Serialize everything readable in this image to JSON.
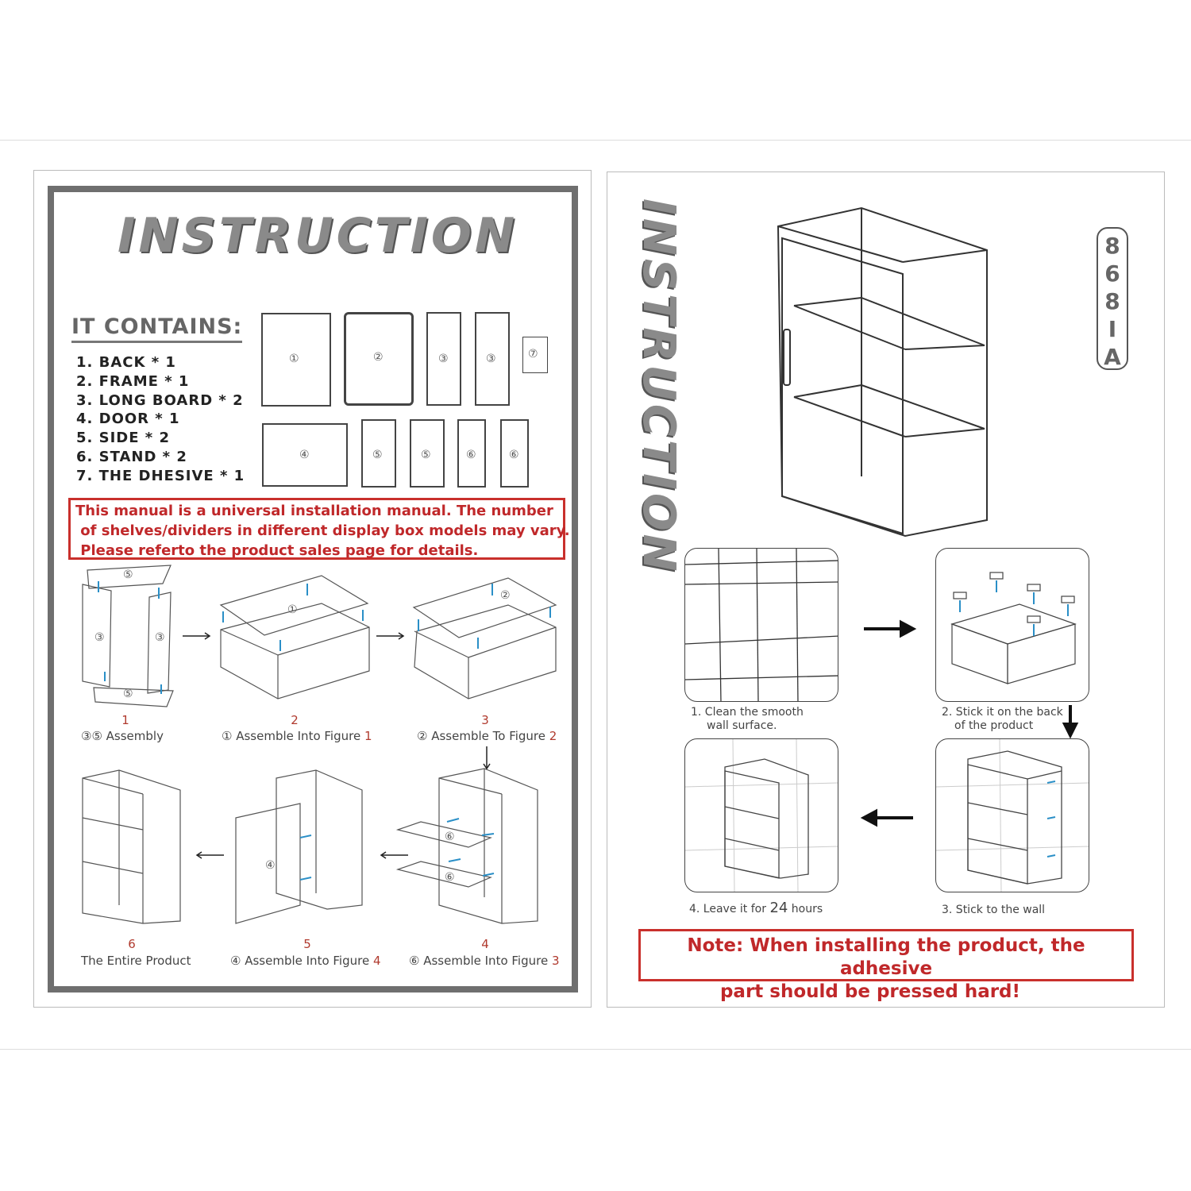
{
  "left": {
    "title": "INSTRUCTION",
    "contains_heading": "IT CONTAINS:",
    "parts": [
      "1.  BACK       * 1",
      "2.  FRAME  *  1",
      "3.  LONG BOARD  * 2",
      "4.  DOOR       *  1",
      "5.  SIDE        * 2",
      "6.  STAND     * 2",
      "7.  THE DHESIVE  * 1"
    ],
    "part_markers": [
      "①",
      "②",
      "③",
      "③",
      "⑦",
      "④",
      "⑤",
      "⑤",
      "⑥",
      "⑥"
    ],
    "note_lines": [
      "This manual is a universal installation manual. The number",
      " of shelves/dividers in different display box models may vary.",
      " Please referto the product sales page for details."
    ],
    "steps": [
      {
        "num": "1",
        "cap": "③⑤ Assembly",
        "hl": ""
      },
      {
        "num": "2",
        "cap": "① Assemble Into Figure ",
        "hl": "1"
      },
      {
        "num": "3",
        "cap": "② Assemble To Figure ",
        "hl": "2"
      },
      {
        "num": "6",
        "cap": "The Entire Product",
        "hl": ""
      },
      {
        "num": "5",
        "cap": "④ Assemble Into Figure ",
        "hl": "4"
      },
      {
        "num": "4",
        "cap": "⑥ Assemble Into Figure ",
        "hl": "3"
      }
    ],
    "diagram_markers": [
      "⑤",
      "③",
      "③",
      "⑤",
      "①",
      "②",
      "④",
      "⑥",
      "⑥"
    ]
  },
  "right": {
    "title": "INSTRUCTION",
    "model_chars": [
      "8",
      "6",
      "8",
      "I",
      "A"
    ],
    "wall_steps": {
      "s1_a": "1. Clean the smooth",
      "s1_b": "wall surface.",
      "s2_a": "2. Stick it on the back",
      "s2_b": "of the product",
      "s3": "3. Stick to the wall",
      "s4_pre": "4. Leave it for ",
      "s4_num": "24",
      "s4_post": " hours"
    },
    "note_lines": [
      "Note: When installing the product, the adhesive",
      "part should be pressed hard!"
    ]
  },
  "colors": {
    "accent_red": "#c0282a",
    "frame_gray": "#6f6f6f",
    "arrow_blue": "#2a8fc7"
  }
}
